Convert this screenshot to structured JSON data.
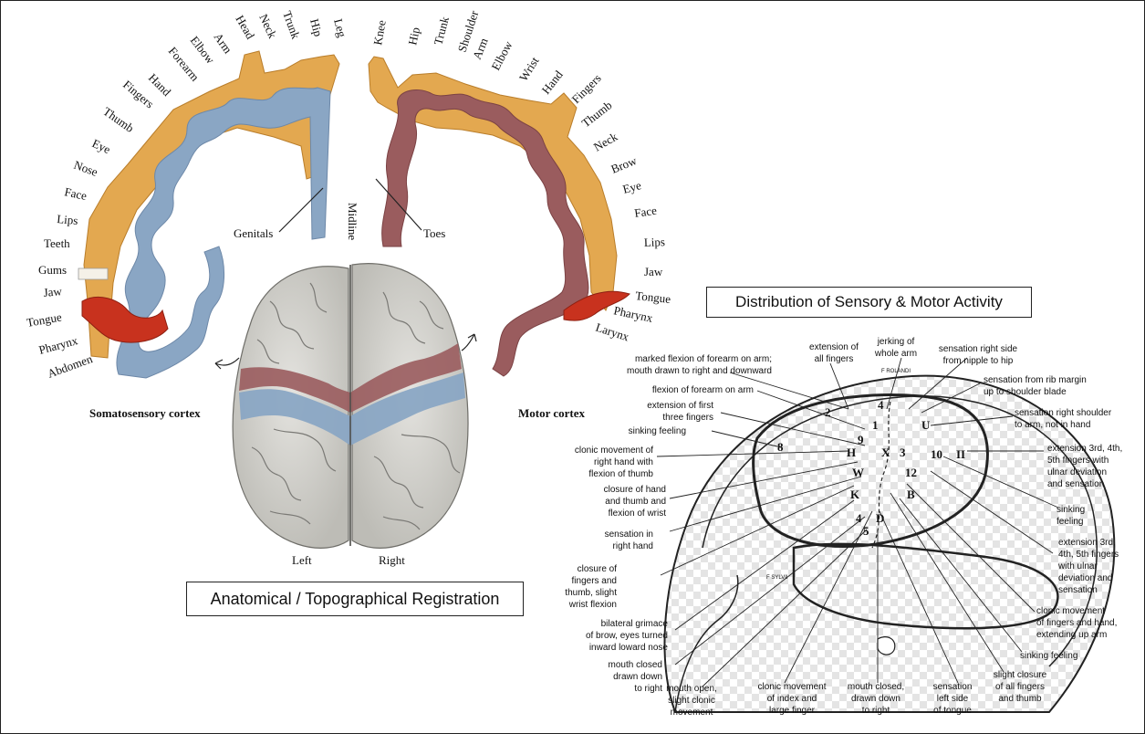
{
  "homunculus": {
    "sensory_title": "Somatosensory cortex",
    "motor_title": "Motor cortex",
    "sensory_parts": [
      "Leg",
      "Hip",
      "Trunk",
      "Neck",
      "Head",
      "Arm",
      "Elbow",
      "Forearm",
      "Hand",
      "Fingers",
      "Thumb",
      "Eye",
      "Nose",
      "Face",
      "Lips",
      "Teeth",
      "Gums",
      "Jaw",
      "Tongue",
      "Pharynx",
      "Abdomen"
    ],
    "motor_parts": [
      "Knee",
      "Hip",
      "Trunk",
      "Shoulder",
      "Arm",
      "Elbow",
      "Wrist",
      "Hand",
      "Fingers",
      "Thumb",
      "Neck",
      "Brow",
      "Eye",
      "Face",
      "Lips",
      "Jaw",
      "Tongue",
      "Pharynx",
      "Larynx"
    ],
    "genitals": "Genitals",
    "midline": "Midline",
    "toes": "Toes"
  },
  "brain": {
    "left": "Left",
    "right": "Right",
    "caption": "Anatomical / Topographical Registration"
  },
  "map": {
    "title": "Distribution of Sensory & Motor Activity",
    "marker_labels": [
      "F ROLANDI",
      "F SYLVII"
    ],
    "annotations_left": [
      [
        "marked flexion of forearm on arm;",
        "mouth drawn to right and downward"
      ],
      [
        "flexion of forearm on arm"
      ],
      [
        "extension of first",
        "three fingers"
      ],
      [
        "sinking feeling"
      ],
      [
        "clonic movement of",
        "right hand with",
        "flexion of thumb"
      ],
      [
        "closure of hand",
        "and thumb and",
        "flexion of wrist"
      ],
      [
        "sensation in",
        "right hand"
      ],
      [
        "closure of",
        "fingers and",
        "thumb, slight",
        "wrist flexion"
      ],
      [
        "bilateral grimace",
        "of brow, eyes turned",
        "inward loward nose"
      ],
      [
        "mouth closed",
        "drawn down",
        "to right"
      ]
    ],
    "annotations_top": [
      [
        "extension of",
        "all fingers"
      ],
      [
        "jerking of",
        "whole arm"
      ],
      [
        "sensation right side",
        "from nipple to hip"
      ]
    ],
    "annotations_right": [
      [
        "sensation from rib margin",
        "up to shoulder blade"
      ],
      [
        "sensation right shoulder",
        "to arm, not in hand"
      ],
      [
        "extension 3rd, 4th,",
        "5th fingers with",
        "ulnar deviation",
        "and sensation"
      ],
      [
        "sinking",
        "feeling"
      ],
      [
        "extension 3rd,",
        "4th, 5th fingers",
        "with ulnar",
        "deviation and",
        "sensation"
      ],
      [
        "clonic movement",
        "of fingers and hand,",
        "extending up arm"
      ],
      [
        "sinking feeling"
      ]
    ],
    "annotations_bottom": [
      [
        "mouth open,",
        "slight clonic",
        "movement"
      ],
      [
        "clonic movement",
        "of index and",
        "large finger"
      ],
      [
        "mouth closed,",
        "drawn down",
        "to right"
      ],
      [
        "sensation",
        "left side",
        "of tongue"
      ],
      [
        "slight closure",
        "of all fingers",
        "and thumb"
      ]
    ],
    "point_codes": [
      "2",
      "9",
      "1",
      "4",
      "8",
      "X",
      "H",
      "W",
      "II",
      "10",
      "12",
      "K",
      "B",
      "U",
      "3",
      "4",
      "D",
      "5"
    ]
  },
  "colors": {
    "sensory_strip": "#8aa6c4",
    "motor_strip": "#9a5c5e",
    "homunculus_body": "#e3a850",
    "tongue_red": "#c8321e",
    "brain_gray": "#d9d8d4",
    "checker": "#e6e6e6"
  }
}
